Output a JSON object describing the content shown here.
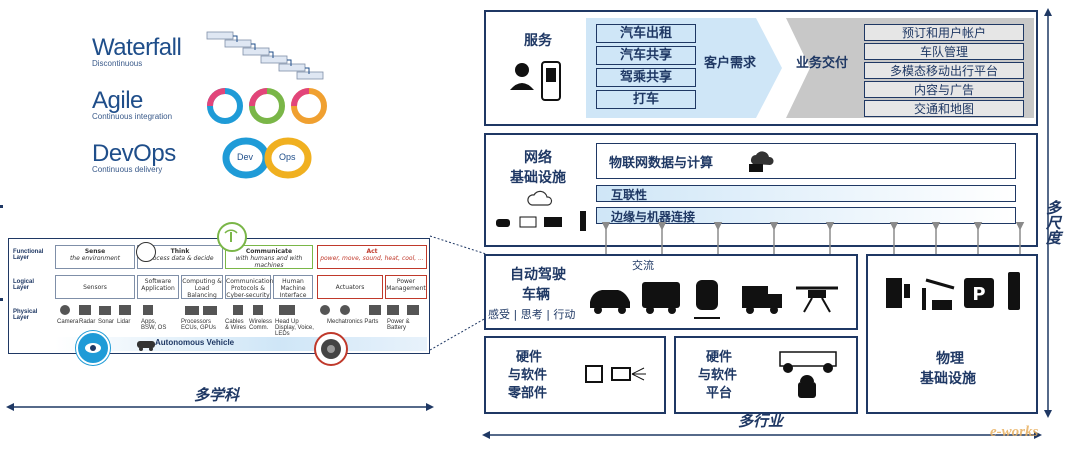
{
  "left": {
    "methods": [
      {
        "title": "Waterfall",
        "subtitle": "Discontinuous"
      },
      {
        "title": "Agile",
        "subtitle": "Continuous integration"
      },
      {
        "title": "DevOps",
        "subtitle": "Continuous delivery"
      }
    ],
    "devops_labels": {
      "dev": "Dev",
      "ops": "Ops"
    },
    "av": {
      "row_labels": {
        "functional": "Functional Layer",
        "logical": "Logical Layer",
        "physical": "Physical Layer"
      },
      "sense": {
        "title": "Sense",
        "sub": "the environment"
      },
      "think": {
        "title": "Think",
        "sub": "process data & decide"
      },
      "communicate": {
        "title": "Communicate",
        "sub": "with humans and with machines"
      },
      "act": {
        "title": "Act",
        "sub": "power, move, sound, heat, cool, ..."
      },
      "sensors": "Sensors",
      "software": "Software Application",
      "computing": "Computing & Load Balancing",
      "comm_proto": "Communication Protocols & Cyber-security",
      "hmi": "Human Machine Interface",
      "actuators": "Actuators",
      "power_mgmt": "Power Management",
      "phys": {
        "camera": "Camera",
        "radar": "Radar",
        "sonar": "Sonar",
        "lidar": "Lidar",
        "apps": "Apps, BSW, OS",
        "processors": "Processors ECUs, GPUs",
        "cables": "Cables & Wires",
        "wireless": "Wireless Comm.",
        "display": "Head Up Display, Voice, LEDs",
        "mech": "Mechatronics Parts",
        "power_battery": "Power & Battery"
      },
      "footer": "Autonomous Vehicle"
    },
    "multi_discipline": "多学科"
  },
  "right": {
    "service": {
      "title": "服务",
      "left_items": [
        "汽车出租",
        "汽车共享",
        "驾乘共享",
        "打车"
      ],
      "demand": "客户需求",
      "delivery": "业务交付",
      "right_items": [
        "预订和用户帐户",
        "车队管理",
        "多模态移动出行平台",
        "内容与广告",
        "交通和地图"
      ]
    },
    "network": {
      "title_line1": "网络",
      "title_line2": "基础设施",
      "iot": "物联网数据与计算",
      "interconnect": "互联性",
      "edge": "边缘与机器连接"
    },
    "av": {
      "title_line1": "自动驾驶",
      "title_line2": "车辆",
      "exchange": "交流",
      "perceive": "感受 | 思考 | 行动"
    },
    "physical": {
      "line1": "物理",
      "line2": "基础设施"
    },
    "hw_parts": {
      "line1": "硬件",
      "line2": "与软件",
      "line3": "零部件"
    },
    "hw_platform": {
      "line1": "硬件",
      "line2": "与软件",
      "line3": "平台"
    },
    "multi_industry": "多行业",
    "multi_scale": "多尺度"
  },
  "watermark": "e-works",
  "colors": {
    "navy": "#1f3864",
    "light_blue": "#cfe6f7",
    "red": "#c0392b",
    "green": "#7ab648"
  }
}
